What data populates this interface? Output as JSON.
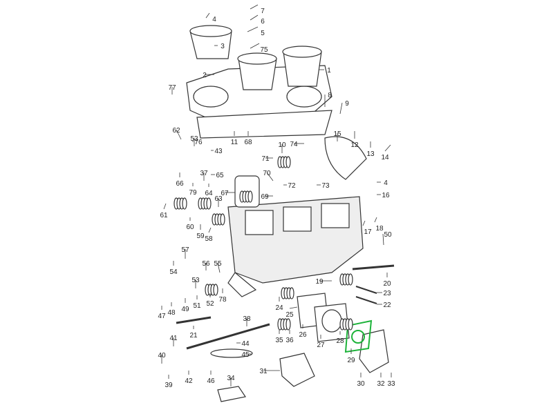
{
  "diagram": {
    "title": "Carburetor exploded parts diagram",
    "highlight_color": "#1db33a",
    "highlighted_part": "29",
    "part_labels": [
      "7",
      "4",
      "6",
      "5",
      "75",
      "3",
      "1",
      "2",
      "77",
      "8",
      "9",
      "62",
      "76",
      "53",
      "43",
      "11",
      "68",
      "15",
      "74",
      "10",
      "12",
      "13",
      "14",
      "71",
      "70",
      "65",
      "37",
      "66",
      "79",
      "64",
      "72",
      "73",
      "4",
      "16",
      "69",
      "67",
      "63",
      "61",
      "60",
      "17",
      "18",
      "59",
      "58",
      "50",
      "57",
      "56",
      "55",
      "54",
      "53",
      "19",
      "20",
      "23",
      "22",
      "25",
      "24",
      "47",
      "48",
      "49",
      "51",
      "52",
      "78",
      "38",
      "21",
      "41",
      "35",
      "36",
      "26",
      "27",
      "28",
      "44",
      "45",
      "40",
      "29",
      "31",
      "42",
      "46",
      "39",
      "30",
      "32",
      "33",
      "34"
    ]
  }
}
